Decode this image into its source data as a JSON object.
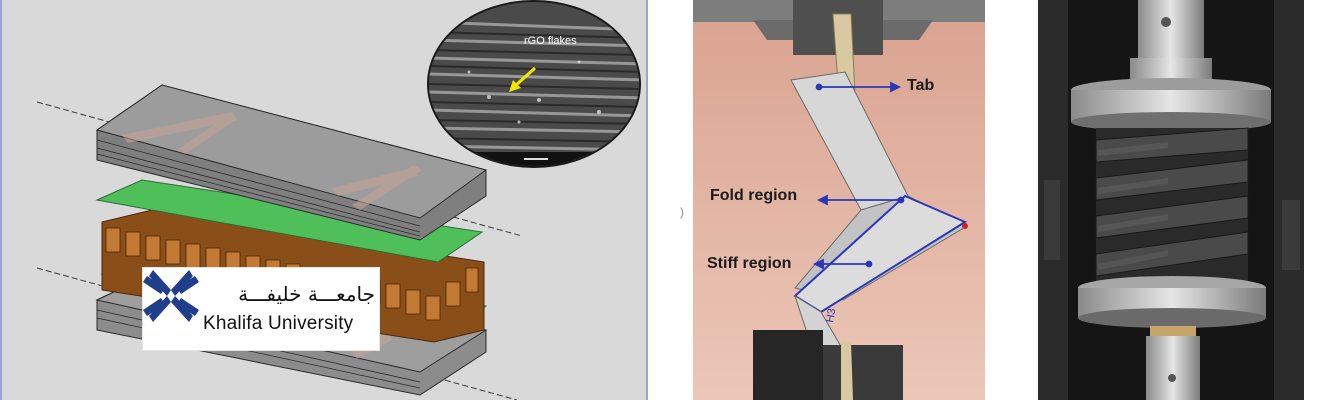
{
  "cad_panel": {
    "sem_inset": {
      "label": "rGO flakes",
      "arrow_color": "#f2e600"
    },
    "colors": {
      "face_sheet": "#4fbf5a",
      "honeycomb": "#9c5a20",
      "plate": "#8f8f8f"
    }
  },
  "logo": {
    "arabic_name": "جامعـــة خليفـــة",
    "english_name": "Khalifa University",
    "brand_color": "#1f3e8c"
  },
  "fold_panel": {
    "annotations": {
      "tab": "Tab",
      "fold_region": "Fold region",
      "stiff_region": "Stiff region"
    },
    "arrow_color": "#2a37b8",
    "specimen_marking": "H3"
  },
  "side_marker": ")",
  "helix_panel": {
    "colors": {
      "helix": "#3c3c3c",
      "metal": "#b5b5b5"
    }
  }
}
